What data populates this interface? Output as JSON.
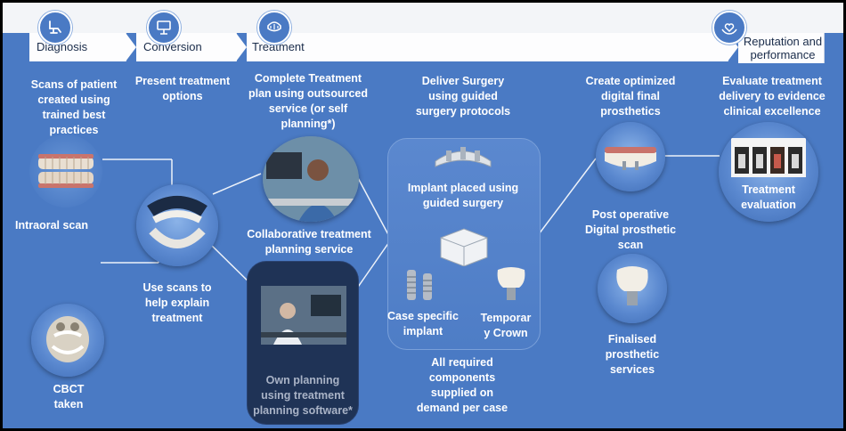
{
  "stages": [
    {
      "label": "Diagnosis",
      "icon": "dental-chair-icon"
    },
    {
      "label": "Conversion",
      "icon": "presentation-icon"
    },
    {
      "label": "Treatment",
      "icon": "denture-icon"
    },
    {
      "label": "Reputation and performance",
      "label_line1": "Reputation and",
      "label_line2": "performance",
      "icon": "hands-heart-icon"
    }
  ],
  "diagnosis": {
    "heading": [
      "Scans of patient",
      "created using",
      "trained best",
      "practices"
    ],
    "intraoral_label": "Intraoral scan",
    "cbct_label": [
      "CBCT",
      "taken"
    ]
  },
  "conversion": {
    "heading": [
      "Present treatment",
      "options"
    ],
    "scan_label": [
      "Use scans to",
      "help explain",
      "treatment"
    ]
  },
  "treatment": {
    "heading": [
      "Complete Treatment",
      "plan using outsourced",
      "service (or self",
      "planning*)"
    ],
    "collab_label": [
      "Collaborative treatment",
      "planning service"
    ],
    "own_label": [
      "Own planning",
      "using treatment",
      "planning software*"
    ]
  },
  "surgery": {
    "heading": [
      "Deliver Surgery",
      "using guided",
      "surgery protocols"
    ],
    "implant_label": [
      "Implant placed using",
      "guided surgery"
    ],
    "case_label": [
      "Case specific",
      "implant"
    ],
    "crown_label": [
      "Temporar",
      "y Crown"
    ],
    "components_label": [
      "All required",
      "components",
      "supplied on",
      "demand per case"
    ]
  },
  "prosthetics": {
    "heading": [
      "Create optimized",
      "digital final",
      "prosthetics"
    ],
    "scan_label": [
      "Post operative",
      "Digital prosthetic",
      "scan"
    ],
    "final_label": [
      "Finalised",
      "prosthetic",
      "services"
    ]
  },
  "reputation": {
    "heading": [
      "Evaluate treatment",
      "delivery to evidence",
      "clinical excellence"
    ],
    "eval_label": [
      "Treatment",
      "evaluation"
    ]
  },
  "colors": {
    "background": "#4a7ac4",
    "band": "#fdfdfe",
    "dark_panel": "#1f3356"
  }
}
